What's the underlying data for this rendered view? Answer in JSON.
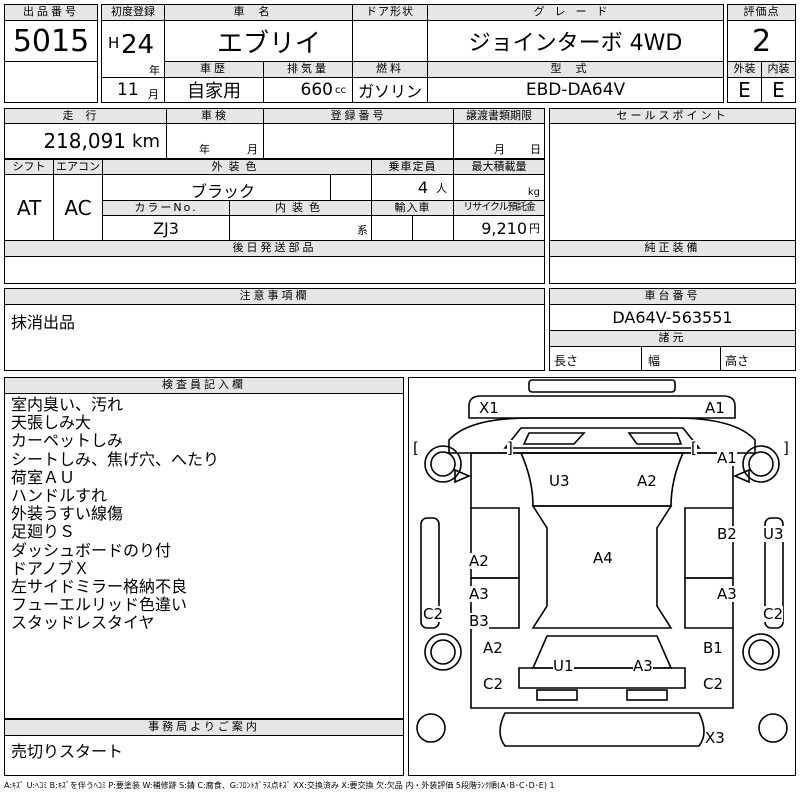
{
  "top": {
    "lot_label": "出品番号",
    "lot_no": "5015",
    "reg_label": "初度登録",
    "reg_era": "H",
    "reg_year": "24",
    "reg_year_unit": "年",
    "reg_month": "11",
    "reg_month_unit": "月",
    "car_name_label": "車名",
    "car_name": "エブリイ",
    "door_label": "ドア形状",
    "door": "",
    "grade_label": "グレード",
    "grade": "ジョインターボ 4WD",
    "score_label": "評価点",
    "score": "2",
    "history_label": "車歴",
    "history": "自家用",
    "cc_label": "排気量",
    "cc": "660",
    "cc_unit": "cc",
    "fuel_label": "燃料",
    "fuel": "ガソリン",
    "model_label": "型式",
    "model": "EBD-DA64V",
    "ext_label": "外装",
    "ext": "E",
    "int_label": "内装",
    "int": "E"
  },
  "mid": {
    "mileage_label": "走行",
    "mileage": "218,091",
    "mileage_unit": "km",
    "inspection_label": "車検",
    "inspection_year_unit": "年",
    "inspection_month_unit": "月",
    "plate_label": "登録番号",
    "transfer_label": "譲渡書類期限",
    "transfer_month_unit": "月",
    "transfer_day_unit": "日",
    "sales_label": "セールスポイント",
    "shift_label": "シフト",
    "shift": "AT",
    "ac_label": "エアコン",
    "ac": "AC",
    "color_label": "外装色",
    "color": "ブラック",
    "capacity_label": "乗車定員",
    "capacity": "4",
    "capacity_unit": "人",
    "load_label": "最大積載量",
    "load_unit": "kg",
    "colorno_label": "カラーNo.",
    "colorno": "ZJ3",
    "intcolor_label": "内装色",
    "intcolor_unit": "系",
    "import_label": "輸入車",
    "recycle_label": "リサイクル預託金",
    "recycle": "9,210",
    "recycle_unit": "円",
    "later_label": "後日発送部品",
    "genuine_label": "純正装備"
  },
  "notes": {
    "caution_label": "注意事項欄",
    "caution": "抹消出品",
    "chassis_label": "車台番号",
    "chassis": "DA64V-563551",
    "dims_label": "諸元",
    "len_label": "長さ",
    "width_label": "幅",
    "height_label": "高さ"
  },
  "inspector": {
    "label": "検査員記入欄",
    "lines": [
      "室内臭い、汚れ",
      "天張しみ大",
      "カーペットしみ",
      "シートしみ、焦げ穴、へたり",
      "荷室ＡＵ",
      "ハンドルすれ",
      "外装うすい線傷",
      "足廻りＳ",
      "ダッシュボードのり付",
      "ドアノブＸ",
      "左サイドミラー格納不良",
      "フューエルリッド色違い",
      "スタッドレスタイヤ"
    ]
  },
  "office": {
    "label": "事務局よりご案内",
    "text": "売切りスタート"
  },
  "diagram": {
    "marks": [
      "X1",
      "A1",
      "A1",
      "U3",
      "A2",
      "A2",
      "B2",
      "U3",
      "A4",
      "A3",
      "A3",
      "C2",
      "B3",
      "C2",
      "A2",
      "B1",
      "U1",
      "A3",
      "C2",
      "C2",
      "X3"
    ],
    "brackets": [
      "[",
      "]",
      "[",
      "]"
    ]
  },
  "legend": "A:ｷｽﾞ U:ﾍｺﾐ B:ｷｽﾞを伴うﾍｺﾐ P:要塗装 W:補修跡 S:錆 C:腐食、G:ﾌﾛﾝﾄｶﾞﾗｽ点ｷｽﾞ XX:交換済み X:要交換 欠:欠品 内・外装評価 5段階ﾗﾝｸ順(A･B･C･D･E) 1"
}
